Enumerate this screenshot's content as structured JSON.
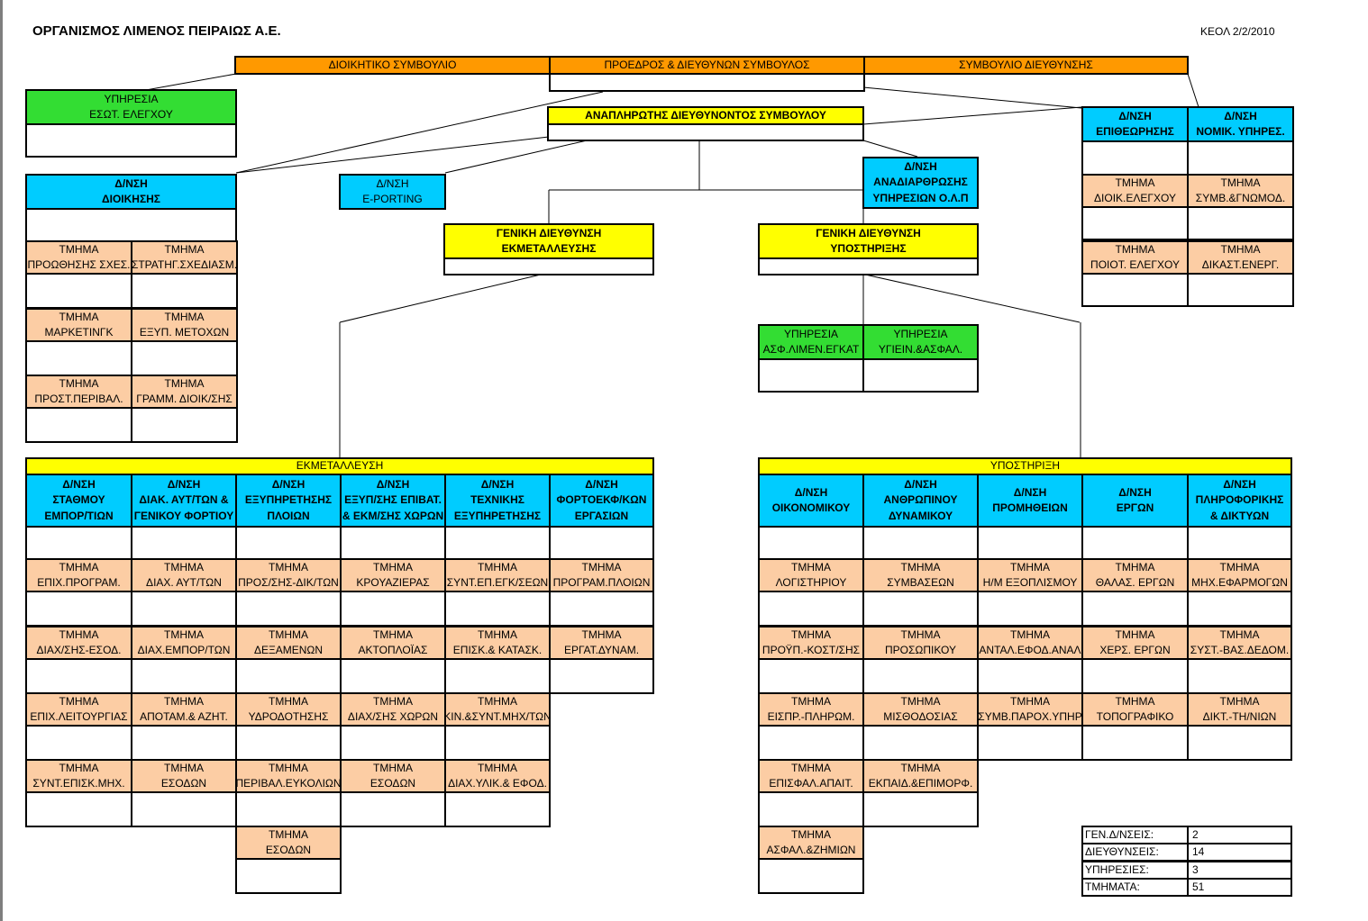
{
  "header": {
    "title": "ΟΡΓΑΝΙΣΜΟΣ ΛΙΜΕΝΟΣ ΠΕΙΡΑΙΩΣ Α.Ε.",
    "date": "ΚΕΟΛ 2/2/2010"
  },
  "top": {
    "board": "ΔΙΟΙΚΗΤΙΚΟ ΣΥΜΒΟΥΛΙΟ",
    "ceo": "ΠΡΟΕΔΡΟΣ & ΔΙΕΥΘΥΝΩΝ ΣΥΜΒΟΥΛΟΣ",
    "mgmt_board": "ΣΥΜΒΟΥΛΙΟ ΔΙΕΥΘΥΝΣΗΣ",
    "deputy_ceo": "ΑΝΑΠΛΗΡΩΤΗΣ ΔΙΕΥΘΥΝΟΝΤΟΣ ΣΥΜΒΟΥΛΟΥ"
  },
  "audit": {
    "line1": "ΥΠΗΡΕΣΙΑ",
    "line2": "ΕΣΩΤ. ΕΛΕΓΧΟΥ"
  },
  "admin": {
    "line1": "Δ/ΝΣΗ",
    "line2": "ΔΙΟΙΚΗΣΗΣ",
    "depts": [
      [
        "ΤΜΗΜΑ",
        "ΠΡΟΩΘΗΣΗΣ ΣΧΕΣ."
      ],
      [
        "ΤΜΗΜΑ",
        "ΣΤΡΑΤΗΓ.ΣΧΕΔΙΑΣΜ."
      ],
      [
        "ΤΜΗΜΑ",
        "ΜΑΡΚΕΤΙΝΓΚ"
      ],
      [
        "ΤΜΗΜΑ",
        "ΕΞΥΠ. ΜΕΤΟΧΩΝ"
      ],
      [
        "ΤΜΗΜΑ",
        "ΠΡΟΣΤ.ΠΕΡΙΒΑΛ."
      ],
      [
        "ΤΜΗΜΑ",
        "ΓΡΑΜΜ. ΔΙΟΙΚ/ΣΗΣ"
      ]
    ]
  },
  "eporting": {
    "line1": "Δ/ΝΣΗ",
    "line2": "E-PORTING"
  },
  "restructuring": {
    "line1": "Δ/ΝΣΗ",
    "line2": "ΑΝΑΔΙΑΡΘΡΩΣΗΣ",
    "line3": "ΥΠΗΡΕΣΙΩΝ Ο.Λ.Π"
  },
  "gd_exploitation": {
    "line1": "ΓΕΝΙΚΗ ΔΙΕΥΘΥΝΣΗ",
    "line2": "ΕΚΜΕΤΑΛΛΕΥΣΗΣ"
  },
  "gd_support": {
    "line1": "ΓΕΝΙΚΗ ΔΙΕΥΘΥΝΣΗ",
    "line2": "ΥΠΟΣΤΗΡΙΞΗΣ"
  },
  "support_services": [
    [
      "ΥΠΗΡΕΣΙΑ",
      "ΑΣΦ.ΛΙΜΕΝ.ΕΓΚΑΤ"
    ],
    [
      "ΥΠΗΡΕΣΙΑ",
      "ΥΓΙΕΙΝ.&ΑΣΦΑΛ."
    ]
  ],
  "right": {
    "directorates": [
      [
        "Δ/ΝΣΗ",
        "ΕΠΙΘΕΩΡΗΣΗΣ"
      ],
      [
        "Δ/ΝΣΗ",
        "ΝΟΜΙΚ. ΥΠΗΡΕΣ."
      ]
    ],
    "depts": [
      [
        "ΤΜΗΜΑ",
        "ΔΙΟΙΚ.ΕΛΕΓΧΟΥ"
      ],
      [
        "ΤΜΗΜΑ",
        "ΣΥΜΒ.&ΓΝΩΜΟΔ."
      ],
      [
        "ΤΜΗΜΑ",
        "ΠΟΙΟΤ. ΕΛΕΓΧΟΥ"
      ],
      [
        "ΤΜΗΜΑ",
        "ΔΙΚΑΣΤ.ΕΝΕΡΓ."
      ]
    ]
  },
  "exploitation": {
    "banner": "ΕΚΜΕΤΑΛΛΕΥΣΗ",
    "columns": [
      {
        "head": [
          "Δ/ΝΣΗ",
          "ΣΤΑΘΜΟΥ",
          "ΕΜΠΟΡ/ΤΙΩΝ"
        ],
        "depts": [
          [
            "ΤΜΗΜΑ",
            "ΕΠΙΧ.ΠΡΟΓΡΑΜ."
          ],
          [
            "ΤΜΗΜΑ",
            "ΔΙΑΧ/ΣΗΣ-ΕΣΟΔ."
          ],
          [
            "ΤΜΗΜΑ",
            "ΕΠΙΧ.ΛΕΙΤΟΥΡΓΙΑΣ"
          ],
          [
            "ΤΜΗΜΑ",
            "ΣΥΝΤ.ΕΠΙΣΚ.ΜΗΧ."
          ]
        ]
      },
      {
        "head": [
          "Δ/ΝΣΗ",
          "ΔΙΑΚ. ΑΥΤ/ΤΩΝ &",
          "ΓΕΝΙΚΟΥ ΦΟΡΤΙΟΥ"
        ],
        "depts": [
          [
            "ΤΜΗΜΑ",
            "ΔΙΑΧ. ΑΥΤ/ΤΩΝ"
          ],
          [
            "ΤΜΗΜΑ",
            "ΔΙΑΧ.ΕΜΠΟΡ/ΤΩΝ"
          ],
          [
            "ΤΜΗΜΑ",
            "ΑΠΟΤΑΜ.& ΑΖΗΤ."
          ],
          [
            "ΤΜΗΜΑ",
            "ΕΣΟΔΩΝ"
          ]
        ]
      },
      {
        "head": [
          "Δ/ΝΣΗ",
          "ΕΞΥΠΗΡΕΤΗΣΗΣ",
          "ΠΛΟΙΩΝ"
        ],
        "depts": [
          [
            "ΤΜΗΜΑ",
            "ΠΡΟΣ/ΣΗΣ-ΔΙΚ/ΤΩΝ"
          ],
          [
            "ΤΜΗΜΑ",
            "ΔΕΞΑΜΕΝΩΝ"
          ],
          [
            "ΤΜΗΜΑ",
            "ΥΔΡΟΔΟΤΗΣΗΣ"
          ],
          [
            "ΤΜΗΜΑ",
            "ΠΕΡΙΒΑΛ.ΕΥΚΟΛΙΩΝ"
          ],
          [
            "ΤΜΗΜΑ",
            "ΕΣΟΔΩΝ"
          ]
        ]
      },
      {
        "head": [
          "Δ/ΝΣΗ",
          "ΕΞΥΠ/ΣΗΣ ΕΠΙΒΑΤ.",
          "& ΕΚΜ/ΣΗΣ ΧΩΡΩΝ"
        ],
        "depts": [
          [
            "ΤΜΗΜΑ",
            "ΚΡΟΥΑΖΙΕΡΑΣ"
          ],
          [
            "ΤΜΗΜΑ",
            "ΑΚΤΟΠΛΟΪΑΣ"
          ],
          [
            "ΤΜΗΜΑ",
            "ΔΙΑΧ/ΣΗΣ ΧΩΡΩΝ"
          ],
          [
            "ΤΜΗΜΑ",
            "ΕΣΟΔΩΝ"
          ]
        ]
      },
      {
        "head": [
          "Δ/ΝΣΗ",
          "ΤΕΧΝΙΚΗΣ",
          "ΕΞΥΠΗΡΕΤΗΣΗΣ"
        ],
        "depts": [
          [
            "ΤΜΗΜΑ",
            "ΣΥΝΤ.ΕΠ.ΕΓΚ/ΣΕΩΝ"
          ],
          [
            "ΤΜΗΜΑ",
            "ΕΠΙΣΚ.& ΚΑΤΑΣΚ."
          ],
          [
            "ΤΜΗΜΑ",
            "ΚΙΝ.&ΣΥΝΤ.ΜΗΧ/ΤΩΝ"
          ],
          [
            "ΤΜΗΜΑ",
            "ΔΙΑΧ.ΥΛΙΚ.& ΕΦΟΔ."
          ]
        ]
      },
      {
        "head": [
          "Δ/ΝΣΗ",
          "ΦΟΡΤΟΕΚΦ/ΚΩΝ",
          "ΕΡΓΑΣΙΩΝ"
        ],
        "depts": [
          [
            "ΤΜΗΜΑ",
            "ΠΡΟΓΡΑΜ.ΠΛΟΙΩΝ"
          ],
          [
            "ΤΜΗΜΑ",
            "ΕΡΓΑΤ.ΔΥΝΑΜ."
          ]
        ]
      }
    ]
  },
  "support": {
    "banner": "ΥΠΟΣΤΗΡΙΞΗ",
    "columns": [
      {
        "head": [
          "Δ/ΝΣΗ",
          "ΟΙΚΟΝΟΜΙΚΟΥ"
        ],
        "depts": [
          [
            "ΤΜΗΜΑ",
            "ΛΟΓΙΣΤΗΡΙΟΥ"
          ],
          [
            "ΤΜΗΜΑ",
            "ΠΡΟΫΠ.-ΚΟΣΤ/ΣΗΣ"
          ],
          [
            "ΤΜΗΜΑ",
            "ΕΙΣΠΡ.-ΠΛΗΡΩΜ."
          ],
          [
            "ΤΜΗΜΑ",
            "ΕΠΙΣΦΑΛ.ΑΠΑΙΤ."
          ],
          [
            "ΤΜΗΜΑ",
            "ΑΣΦΑΛ.&ΖΗΜΙΩΝ"
          ]
        ]
      },
      {
        "head": [
          "Δ/ΝΣΗ",
          "ΑΝΘΡΩΠΙΝΟΥ",
          "ΔΥΝΑΜΙΚΟΥ"
        ],
        "depts": [
          [
            "ΤΜΗΜΑ",
            "ΣΥΜΒΑΣΕΩΝ"
          ],
          [
            "ΤΜΗΜΑ",
            "ΠΡΟΣΩΠΙΚΟΥ"
          ],
          [
            "ΤΜΗΜΑ",
            "ΜΙΣΘΟΔΟΣΙΑΣ"
          ],
          [
            "ΤΜΗΜΑ",
            "ΕΚΠΑΙΔ.&ΕΠΙΜΟΡΦ."
          ]
        ]
      },
      {
        "head": [
          "Δ/ΝΣΗ",
          "ΠΡΟΜΗΘΕΙΩΝ"
        ],
        "depts": [
          [
            "ΤΜΗΜΑ",
            "Η/Μ ΕΞΟΠΛΙΣΜΟΥ"
          ],
          [
            "ΤΜΗΜΑ",
            "ΑΝΤΑΛ.ΕΦΟΔ.ΑΝΑΛ"
          ],
          [
            "ΤΜΗΜΑ",
            "ΣΥΜΒ.ΠΑΡΟΧ.ΥΠΗΡ"
          ]
        ]
      },
      {
        "head": [
          "Δ/ΝΣΗ",
          "ΕΡΓΩΝ"
        ],
        "depts": [
          [
            "ΤΜΗΜΑ",
            "ΘΑΛΑΣ. ΕΡΓΩΝ"
          ],
          [
            "ΤΜΗΜΑ",
            "ΧΕΡΣ. ΕΡΓΩΝ"
          ],
          [
            "ΤΜΗΜΑ",
            "ΤΟΠΟΓΡΑΦΙΚΟ"
          ]
        ]
      },
      {
        "head": [
          "Δ/ΝΣΗ",
          "ΠΛΗΡΟΦΟΡΙΚΗΣ",
          "& ΔΙΚΤΥΩΝ"
        ],
        "depts": [
          [
            "ΤΜΗΜΑ",
            "ΜΗΧ.ΕΦΑΡΜΟΓΩΝ"
          ],
          [
            "ΤΜΗΜΑ",
            "ΣΥΣΤ.-ΒΑΣ.ΔΕΔΟΜ."
          ],
          [
            "ΤΜΗΜΑ",
            "ΔΙΚΤ.-ΤΗ/ΝΙΩΝ"
          ]
        ]
      }
    ]
  },
  "stats": [
    {
      "label": "ΓΕΝ.Δ/ΝΣΕΙΣ:",
      "value": "2"
    },
    {
      "label": "ΔΙΕΥΘΥΝΣΕΙΣ:",
      "value": "14"
    },
    {
      "label": "ΥΠΗΡΕΣΙΕΣ:",
      "value": "3"
    },
    {
      "label": "ΤΜΗΜΑΤΑ:",
      "value": "51"
    }
  ],
  "colors": {
    "orange": "#ff9900",
    "yellow": "#ffff00",
    "cyan": "#00ccff",
    "green": "#33dd33",
    "salmon": "#fccda4"
  }
}
